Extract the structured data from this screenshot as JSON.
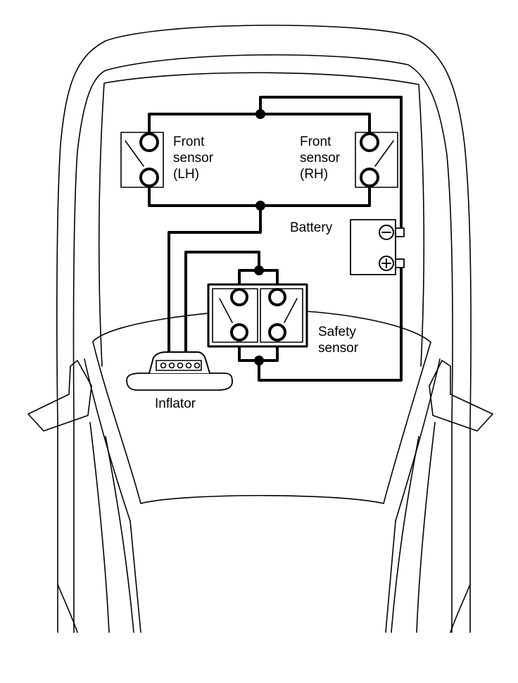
{
  "labels": {
    "front_sensor_lh": "Front\nsensor\n(LH)",
    "front_sensor_rh": "Front\nsensor\n(RH)",
    "battery": "Battery",
    "battery_negative": "−",
    "battery_positive": "+",
    "safety_sensor": "Safety\nsensor",
    "inflator": "Inflator"
  },
  "colors": {
    "ink": "#000000",
    "paper": "#ffffff"
  }
}
